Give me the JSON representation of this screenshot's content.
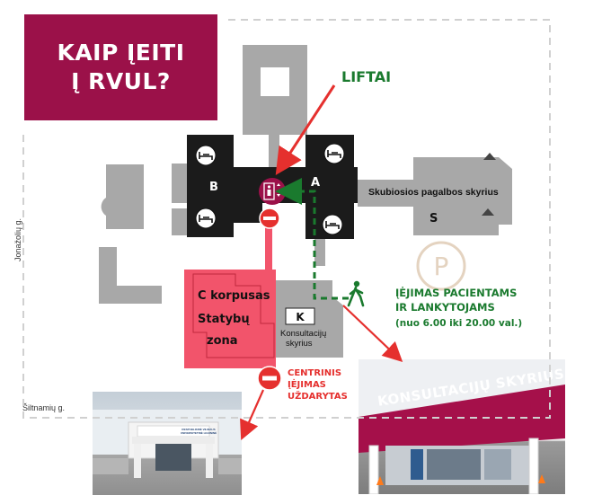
{
  "title": {
    "line1": "KAIP ĮEITI",
    "line2": "Į RVUL?"
  },
  "streets": {
    "left": "Jonažolių g.",
    "bottom": "Šiltnamių g."
  },
  "lifts": {
    "label": "LIFTAI"
  },
  "buildings": {
    "a": "A",
    "b": "B",
    "s": "S",
    "k": "K",
    "emergency": "Skubiosios pagalbos skyrius",
    "consult_line1": "Konsultacijų",
    "consult_line2": "skyrius"
  },
  "construction": {
    "line1": "C korpusas",
    "line2": "Statybų",
    "line3": "zona"
  },
  "patient_entrance": {
    "line1": "ĮĖJIMAS PACIENTAMS",
    "line2": "IR LANKYTOJAMS",
    "line3": "(nuo 6.00 iki 20.00 val.)"
  },
  "central_entrance": {
    "line1": "CENTRINIS",
    "line2": "ĮĖJIMAS",
    "line3": "UŽDARYTAS"
  },
  "parking": {
    "label": "P"
  },
  "signs": {
    "photo_left_sign": "RESPUBLIKINĖ VILNIAUS UNIVERSITETINĖ LIGONINĖ",
    "photo_right_sign": "KONSULTACIJŲ SKYRIUS"
  },
  "colors": {
    "brand": "#9b1149",
    "green": "#1a7a2e",
    "red": "#e5302e",
    "building_gray": "#a8a8a8",
    "building_dark": "#1b1b1b",
    "construction": "#f2546b"
  },
  "icons": [
    "elevator-icon",
    "bed-icon",
    "no-entry-icon",
    "pedestrian-icon",
    "parking-icon",
    "arrow-icon"
  ]
}
